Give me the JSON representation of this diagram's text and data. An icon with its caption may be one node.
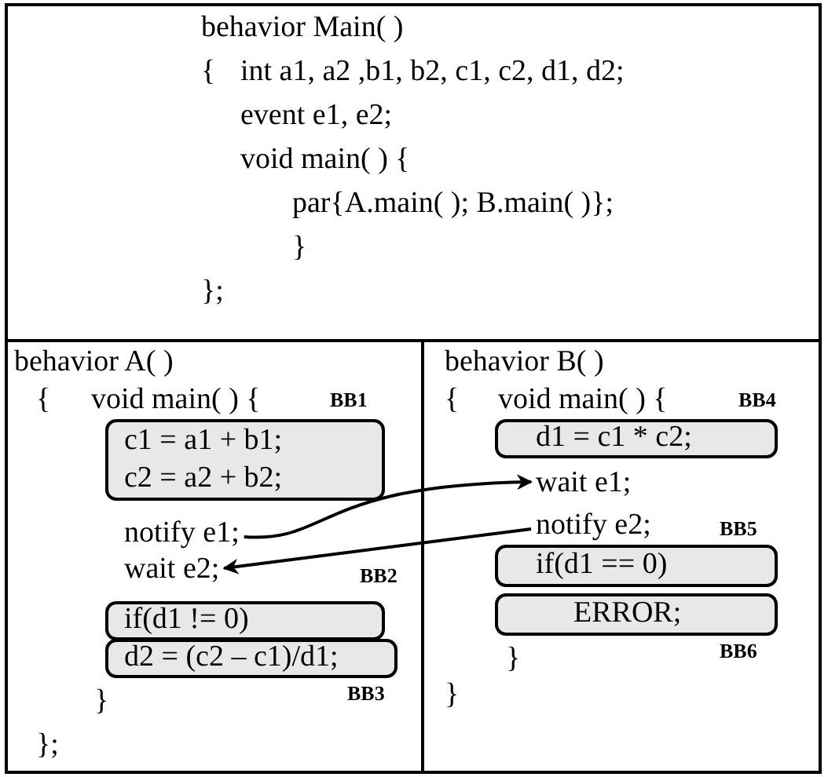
{
  "diagram": {
    "nodes": [
      {
        "text": [
          "behavior Main( )",
          "{",
          "int a1, a2 ,b1, b2, c1, c2, d1, d2;",
          "event e1, e2;",
          "void main( ) {",
          "par{A.main( ); B.main( )};",
          "}",
          "};"
        ]
      },
      {
        "text": [
          "behavior A( )",
          "{",
          "void main( ) {",
          "}",
          "};"
        ]
      },
      {
        "text": [
          "c1 = a1 + b1;",
          "c2 = a2 + b2;"
        ],
        "in": 1
      },
      {
        "text": [
          "notify e1;"
        ],
        "in": 1
      },
      {
        "text": [
          "wait e2;"
        ],
        "in": 1
      },
      {
        "text": [
          "if(d1 != 0)"
        ],
        "in": 1
      },
      {
        "text": [
          "d2 = (c2 – c1)/d1;"
        ],
        "in": 1
      },
      {
        "text": [
          "behavior B( )",
          "{",
          "void main( ) {",
          "}",
          "}"
        ]
      },
      {
        "text": [
          "d1 = c1 * c2;"
        ],
        "in": 7
      },
      {
        "text": [
          "wait e1;"
        ],
        "in": 7
      },
      {
        "text": [
          "notify e2;"
        ],
        "in": 7
      },
      {
        "text": [
          "if(d1 == 0)"
        ],
        "in": 7
      },
      {
        "text": [
          "ERROR;"
        ],
        "in": 7
      }
    ],
    "edges": [
      {
        "from": 3,
        "to": 9,
        "arrow": "to"
      },
      {
        "from": 10,
        "to": 4,
        "arrow": "to"
      }
    ],
    "labels": [
      "BB1",
      "BB4",
      "BB5",
      "BB2",
      "BB6",
      "BB3"
    ]
  }
}
